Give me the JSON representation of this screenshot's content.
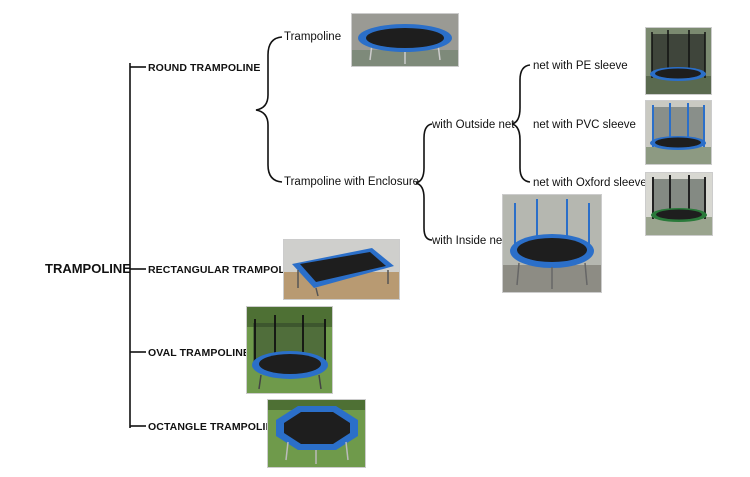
{
  "root": {
    "label": "TRAMPOLINE"
  },
  "categories": [
    {
      "label": "ROUND TRAMPOLINE"
    },
    {
      "label": "RECTANGULAR TRAMPOLINE"
    },
    {
      "label": "OVAL TRAMPOLINE"
    },
    {
      "label": "OCTANGLE TRAMPOLINE"
    }
  ],
  "round_types": [
    {
      "label": "Trampoline"
    },
    {
      "label": "Trampoline with Enclosure"
    }
  ],
  "enclosure_types": [
    {
      "label": "with Outside net"
    },
    {
      "label": "with Inside net"
    }
  ],
  "outside_net_types": [
    {
      "label": "net with PE sleeve"
    },
    {
      "label": "net with PVC sleeve"
    },
    {
      "label": "net with Oxford sleeve"
    }
  ],
  "colors": {
    "pad_blue": "#2b6fc9",
    "mat_black": "#1e1e1e",
    "grass_green": "#5a8a3a",
    "line": "#111111"
  }
}
